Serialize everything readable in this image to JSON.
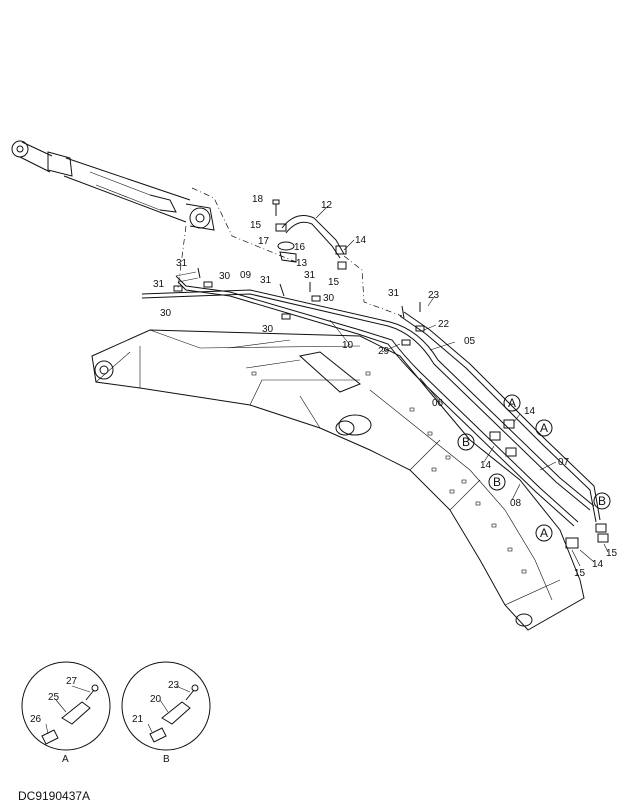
{
  "drawing_id": "DC9190437A",
  "callouts": [
    "05",
    "06",
    "07",
    "08",
    "09",
    "10",
    "12",
    "13",
    "14",
    "14",
    "14",
    "15",
    "15",
    "15",
    "15",
    "16",
    "17",
    "18",
    "22",
    "23",
    "29",
    "30",
    "30",
    "30",
    "30",
    "31",
    "31",
    "31",
    "31",
    "31"
  ],
  "section_marks": [
    "A",
    "A",
    "A",
    "B",
    "B",
    "B"
  ],
  "detail_a": {
    "title": "A",
    "labels": [
      "27",
      "25",
      "26"
    ]
  },
  "detail_b": {
    "title": "B",
    "labels": [
      "23",
      "20",
      "21"
    ]
  }
}
